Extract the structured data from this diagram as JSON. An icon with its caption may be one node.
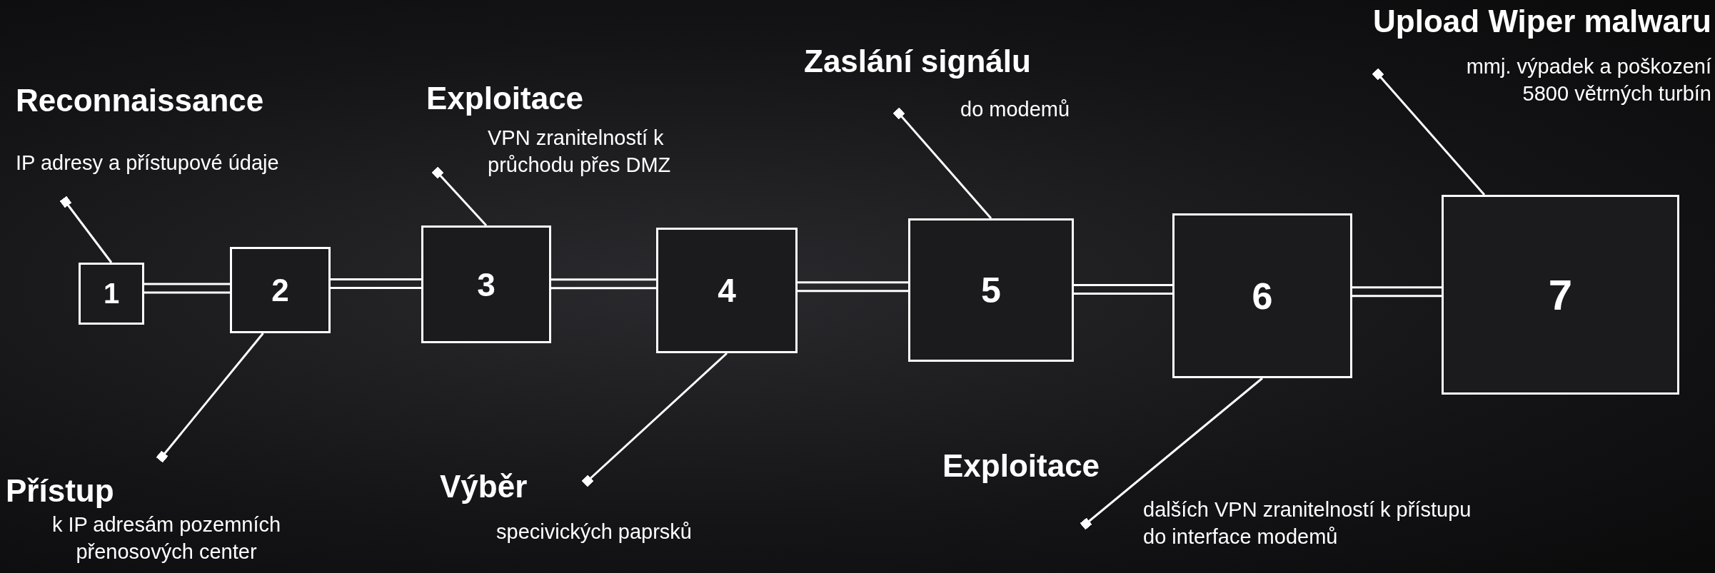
{
  "diagram": {
    "nodes": [
      {
        "text": [
          "1"
        ]
      },
      {
        "text": [
          "2"
        ]
      },
      {
        "text": [
          "3"
        ]
      },
      {
        "text": [
          "4"
        ]
      },
      {
        "text": [
          "5"
        ]
      },
      {
        "text": [
          "6"
        ]
      },
      {
        "text": [
          "7"
        ]
      },
      {
        "text": [
          "Reconnaissance",
          "IP adresy a přístupové údaje"
        ]
      },
      {
        "text": [
          "Přístup",
          "k IP adresám pozemních přenosových center"
        ]
      },
      {
        "text": [
          "Exploitace",
          "VPN zranitelností k průchodu přes DMZ"
        ]
      },
      {
        "text": [
          "Výběr",
          "specivických paprsků"
        ]
      },
      {
        "text": [
          "Zaslání signálu",
          "do modemů"
        ]
      },
      {
        "text": [
          "Exploitace",
          "dalších VPN zranitelností k přístupu do interface modemů"
        ]
      },
      {
        "text": [
          "Upload Wiper malwaru",
          "mmj. výpadek a poškození 5800 větrných turbín"
        ]
      }
    ],
    "edges": [
      {
        "from": 0,
        "to": 1,
        "arrow": "none"
      },
      {
        "from": 1,
        "to": 2,
        "arrow": "none"
      },
      {
        "from": 2,
        "to": 3,
        "arrow": "none"
      },
      {
        "from": 3,
        "to": 4,
        "arrow": "none"
      },
      {
        "from": 4,
        "to": 5,
        "arrow": "none"
      },
      {
        "from": 5,
        "to": 6,
        "arrow": "none"
      },
      {
        "from": 7,
        "to": 0,
        "arrow": "other"
      },
      {
        "from": 8,
        "to": 1,
        "arrow": "other"
      },
      {
        "from": 9,
        "to": 2,
        "arrow": "other"
      },
      {
        "from": 10,
        "to": 3,
        "arrow": "other"
      },
      {
        "from": 11,
        "to": 4,
        "arrow": "other"
      },
      {
        "from": 12,
        "to": 5,
        "arrow": "other"
      },
      {
        "from": 13,
        "to": 6,
        "arrow": "other"
      }
    ]
  }
}
